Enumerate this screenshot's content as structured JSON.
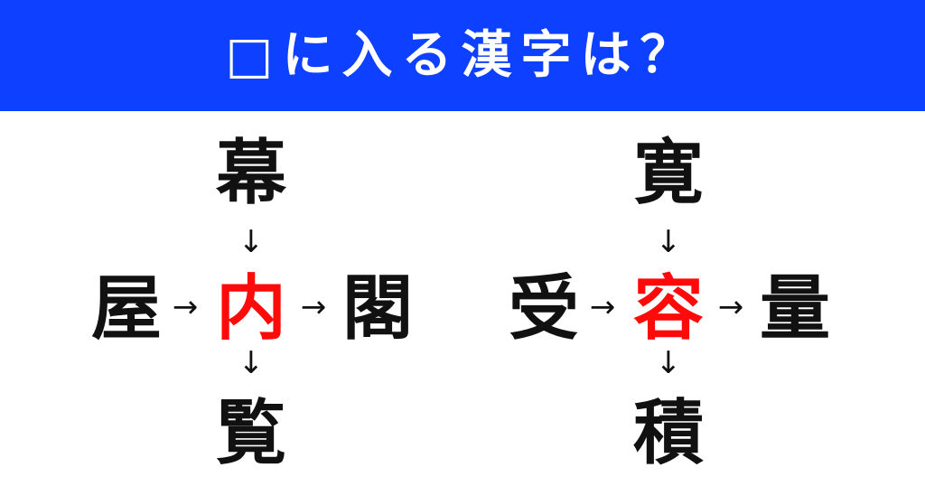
{
  "header": {
    "title": "□に入る漢字は？",
    "background_color": "#0d40ff",
    "text_color": "#ffffff"
  },
  "puzzles": [
    {
      "top": "幕",
      "left": "屋",
      "center": "内",
      "right": "閣",
      "bottom": "覧"
    },
    {
      "top": "寛",
      "left": "受",
      "center": "容",
      "right": "量",
      "bottom": "積"
    }
  ],
  "arrows": {
    "down": "↓",
    "right": "→"
  },
  "colors": {
    "answer": "#ff0a0a",
    "clue": "#111111"
  }
}
